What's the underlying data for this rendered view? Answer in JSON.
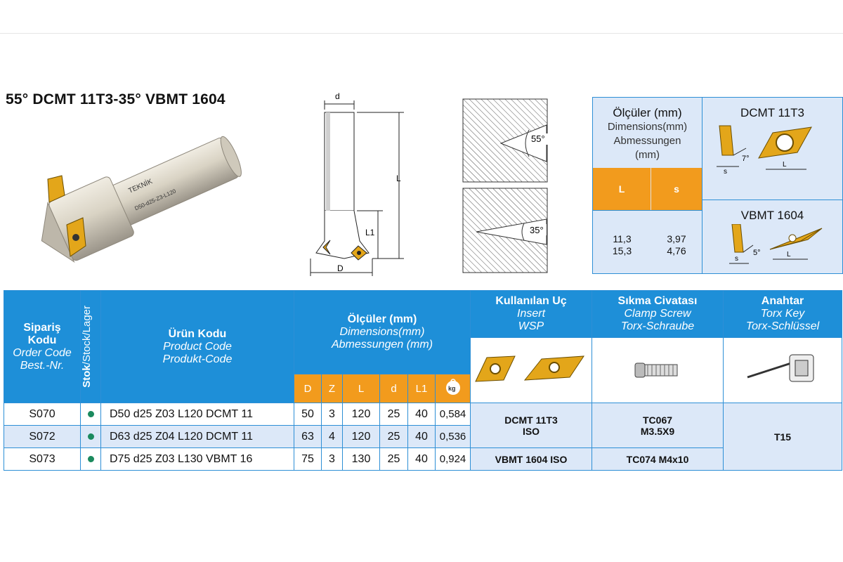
{
  "title": "55° DCMT 11T3-35° VBMT 1604",
  "tool_engraving": [
    "TEKNİK",
    "D50-d25-Z3-L120"
  ],
  "drawing": {
    "d": "d",
    "L": "L",
    "L1": "L1",
    "D": "D"
  },
  "angles": {
    "a1": "55°",
    "a2": "35°"
  },
  "dim_box": {
    "header": [
      "Ölçüler (mm)",
      "Dimensions(mm)",
      "Abmessungen",
      "(mm)"
    ],
    "col_L": "L",
    "col_s": "s",
    "L_values": [
      "11,3",
      "15,3"
    ],
    "s_values": [
      "3,97",
      "4,76"
    ],
    "insert1": {
      "name": "DCMT 11T3",
      "angle": "7°",
      "s": "s",
      "L": "L"
    },
    "insert2": {
      "name": "VBMT 1604",
      "angle": "5°",
      "s": "s",
      "L": "L"
    }
  },
  "table": {
    "h_order": [
      "Sipariş",
      "Kodu",
      "Order Code",
      "Best.-Nr."
    ],
    "h_stock_bold": "Stok",
    "h_stock_rest": "/Stock/Lager",
    "h_product": [
      "Ürün Kodu",
      "Product Code",
      "Produkt-Code"
    ],
    "h_dims": [
      "Ölçüler (mm)",
      "Dimensions(mm)",
      "Abmessungen (mm)"
    ],
    "h_insert": [
      "Kullanılan Uç",
      "Insert",
      "WSP"
    ],
    "h_screw": [
      "Sıkma Civatası",
      "Clamp Screw",
      "Torx-Schraube"
    ],
    "h_key": [
      "Anahtar",
      "Torx Key",
      "Torx-Schlüssel"
    ],
    "sub": [
      "D",
      "Z",
      "L",
      "d",
      "L1"
    ],
    "weight_icon": "kg",
    "rows": [
      {
        "order": "S070",
        "product": "D50 d25 Z03 L120 DCMT 11",
        "D": "50",
        "Z": "3",
        "L": "120",
        "d": "25",
        "L1": "40",
        "w": "0,584"
      },
      {
        "order": "S072",
        "product": "D63 d25 Z04 L120 DCMT 11",
        "D": "63",
        "Z": "4",
        "L": "120",
        "d": "25",
        "L1": "40",
        "w": "0,536"
      },
      {
        "order": "S073",
        "product": "D75 d25 Z03 L130 VBMT 16",
        "D": "75",
        "Z": "3",
        "L": "130",
        "d": "25",
        "L1": "40",
        "w": "0,924"
      }
    ],
    "insert_a": [
      "DCMT 11T3",
      "ISO"
    ],
    "insert_b": "VBMT 1604 ISO",
    "screw_a": [
      "TC067",
      "M3.5X9"
    ],
    "screw_b": "TC074 M4x10",
    "key": "T15"
  },
  "colors": {
    "blue": "#1e8fd8",
    "orange": "#f29b1d",
    "light_blue": "#dce8f8",
    "stock_dot": "#1b8a5e",
    "insert_gold": "#e3a61a"
  }
}
